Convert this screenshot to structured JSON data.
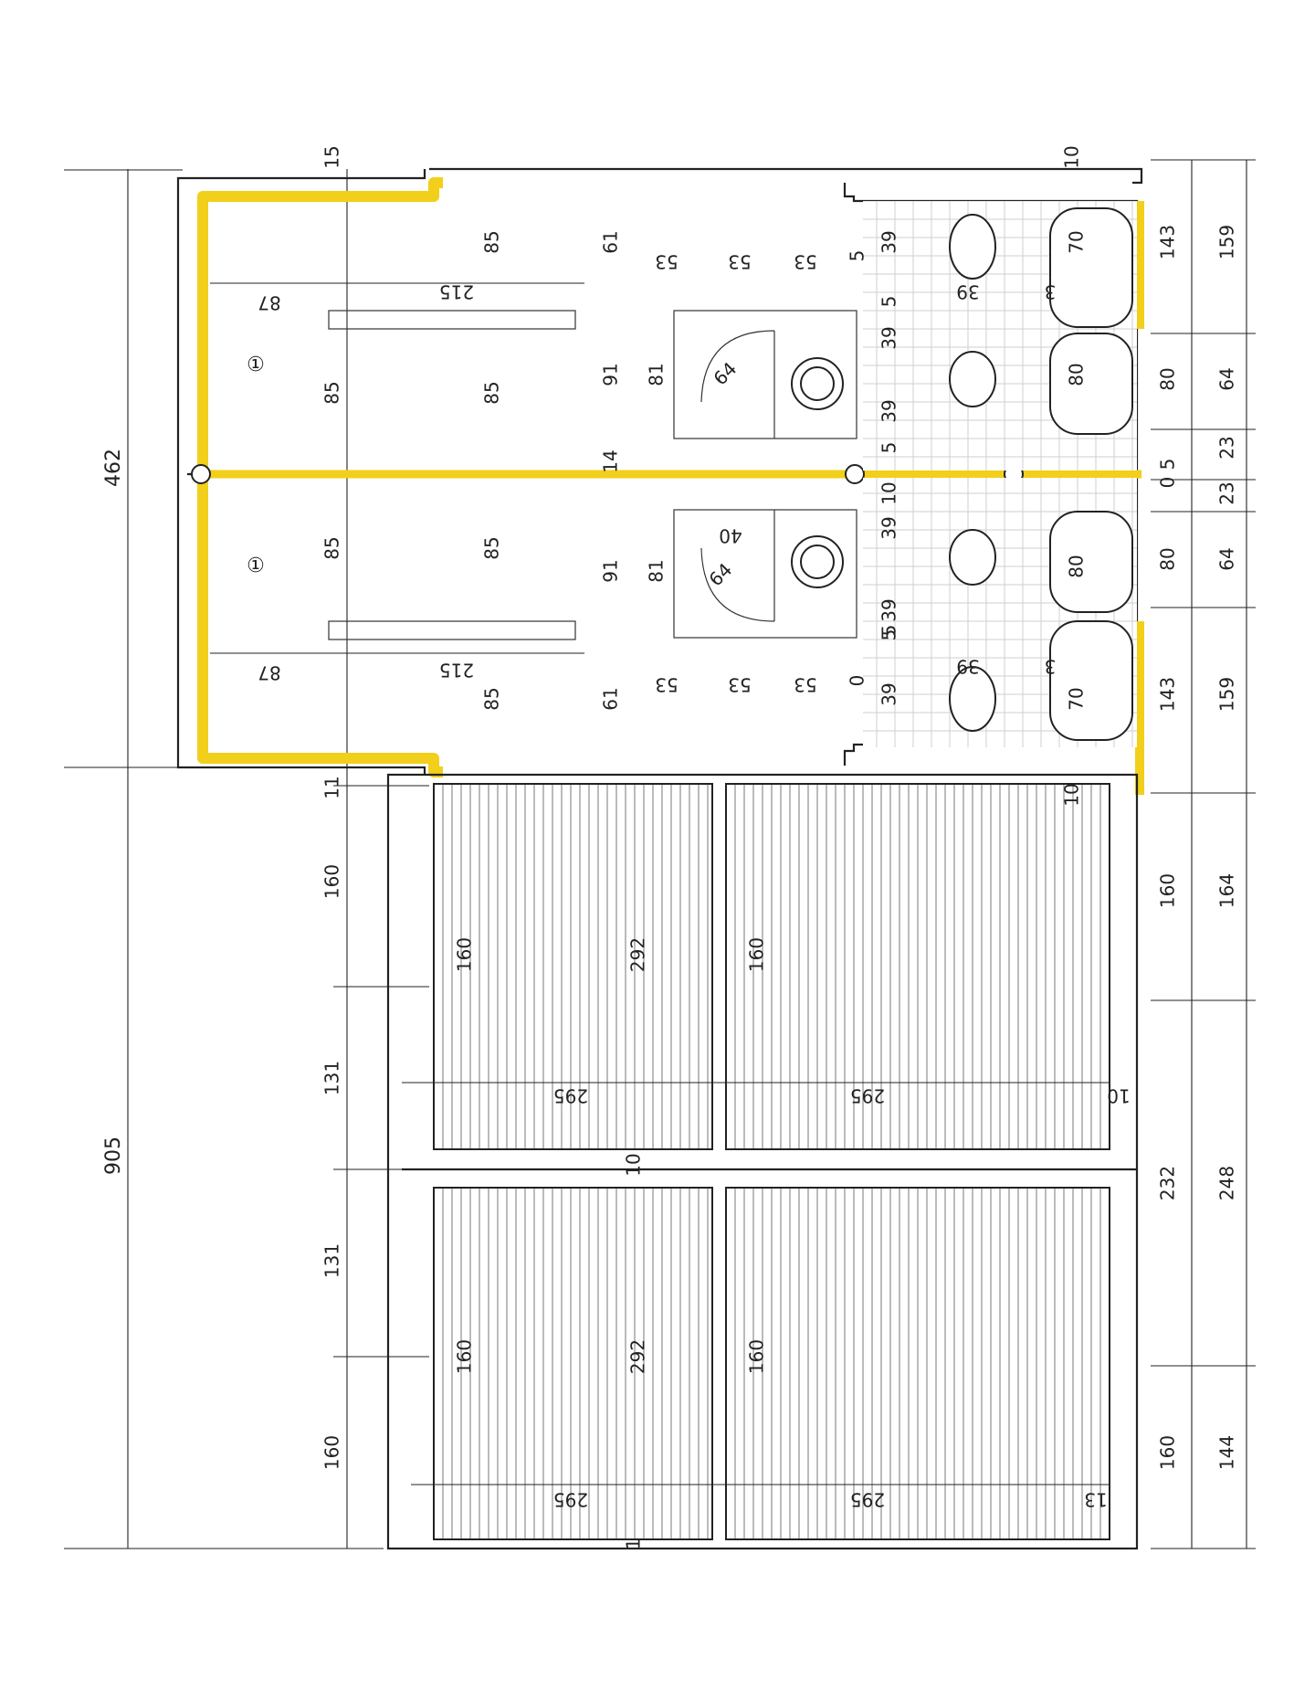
{
  "plan": {
    "overall_dims": {
      "top_section": "462",
      "bottom_section": "905"
    },
    "top_edge": {
      "left_wall": "15",
      "right_wall": "10"
    },
    "room_label": "①",
    "upper_unit": {
      "left_col": [
        "85",
        "85"
      ],
      "mid_col": [
        "85",
        "85"
      ],
      "corridor_col": [
        "61",
        "91"
      ],
      "shower_col": [
        "81"
      ],
      "width_87": "87",
      "width_215": "215",
      "seg_53": [
        "53",
        "53",
        "53"
      ],
      "seg_5": [
        "5",
        "5"
      ],
      "bath_col": [
        "39",
        "39",
        "39",
        "5"
      ],
      "shower_r": "64",
      "sink_r": "39",
      "basin_3": "3",
      "tub_a": "70",
      "tub_b": "80",
      "right_outer": [
        "143",
        "159",
        "80",
        "64",
        "23"
      ]
    },
    "center": {
      "gap_left": "14",
      "gap_right": "10",
      "right_5": "5",
      "right_0": "0"
    },
    "lower_unit": {
      "left_col": [
        "85",
        "85"
      ],
      "mid_col": [
        "85",
        "85"
      ],
      "corridor_col": [
        "91",
        "61"
      ],
      "shower_col": [
        "81"
      ],
      "width_87": "87",
      "width_215": "215",
      "seg_53": [
        "53",
        "53",
        "53"
      ],
      "seg_5": [
        "5",
        "0"
      ],
      "bath_col": [
        "39",
        "39",
        "5",
        "39"
      ],
      "shower_r": "64",
      "shower_40": "40",
      "sink_r": "39",
      "basin_3": "3",
      "tub_a": "80",
      "tub_b": "70",
      "right_outer": [
        "23",
        "80",
        "64",
        "143",
        "159"
      ]
    },
    "bottom_block": {
      "left_col": [
        "11",
        "160",
        "131",
        "131",
        "160"
      ],
      "panel_heights": [
        "160",
        "292",
        "160",
        "160",
        "292",
        "160"
      ],
      "panel_widths": [
        "295",
        "295",
        "295",
        "295"
      ],
      "gaps": [
        "10",
        "10",
        "1",
        "13",
        "10"
      ],
      "right_inner": [
        "160",
        "232",
        "160"
      ],
      "right_outer": [
        "164",
        "248",
        "144"
      ]
    }
  }
}
